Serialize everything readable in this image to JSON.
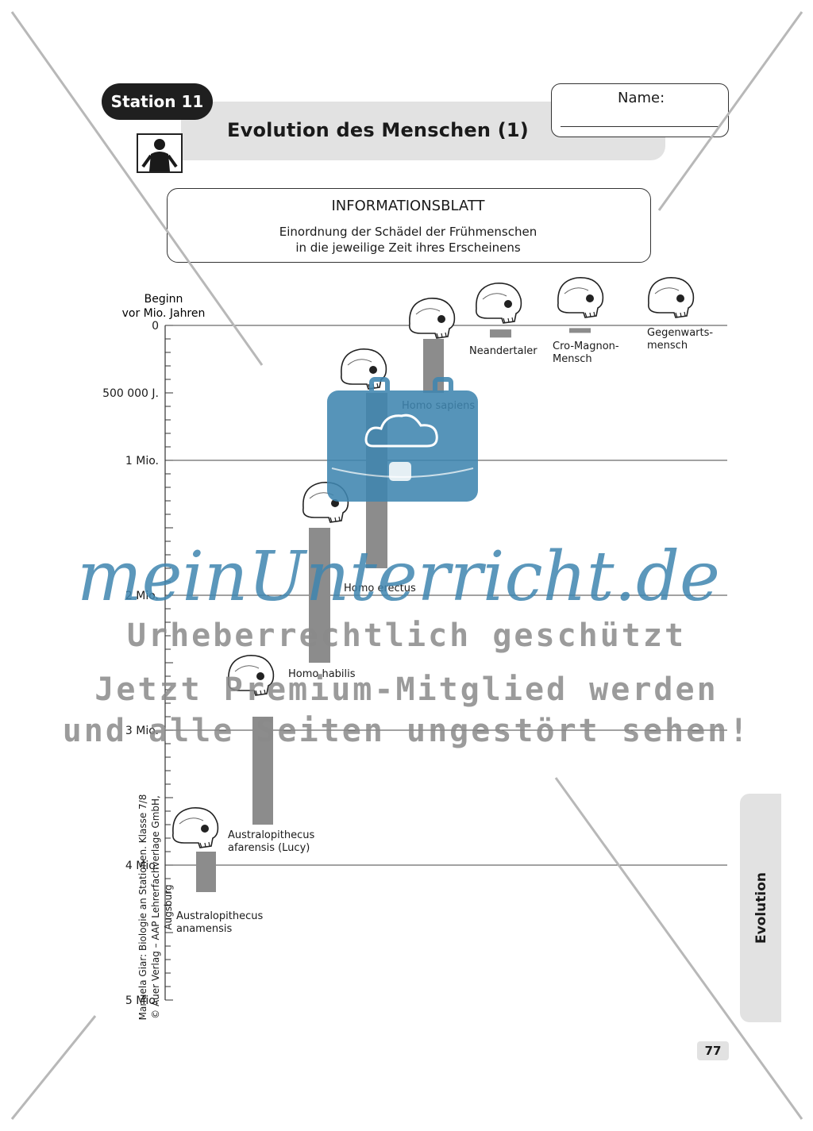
{
  "header": {
    "station": "Station 11",
    "title": "Evolution des Menschen (1)",
    "name_label": "Name:"
  },
  "info": {
    "title": "INFORMATIONSBLATT",
    "line1": "Einordnung der Schädel der Frühmenschen",
    "line2": "in die jeweilige Zeit ihres Erscheinens"
  },
  "axis": {
    "label_line1": "Beginn",
    "label_line2": "vor Mio. Jahren"
  },
  "chart_data": {
    "type": "bar",
    "title": "",
    "ylabel": "Beginn vor Mio. Jahren",
    "ylim": [
      0,
      5
    ],
    "y_inverted": true,
    "yticks": [
      {
        "value": 0,
        "label": "0"
      },
      {
        "value": 0.5,
        "label": "500 000 J."
      },
      {
        "value": 1,
        "label": "1 Mio."
      },
      {
        "value": 2,
        "label": "2 Mio."
      },
      {
        "value": 3,
        "label": "3 Mio."
      },
      {
        "value": 4,
        "label": "4 Mio."
      },
      {
        "value": 5,
        "label": "5 Mio."
      }
    ],
    "gridlines": [
      0,
      1,
      2,
      3,
      4
    ],
    "series": [
      {
        "name": "Australopithecus anamensis",
        "label_lines": [
          "Australopithecus",
          "anamensis"
        ],
        "start": 4.2,
        "end": 3.9
      },
      {
        "name": "Australopithecus afarensis (Lucy)",
        "label_lines": [
          "Australopithecus",
          "afarensis (Lucy)"
        ],
        "start": 3.7,
        "end": 2.9
      },
      {
        "name": "Homo habilis",
        "label_lines": [
          "Homo habilis"
        ],
        "start": 2.5,
        "end": 1.5
      },
      {
        "name": "Homo erectus",
        "label_lines": [
          "Homo erectus"
        ],
        "start": 1.8,
        "end": 0.5
      },
      {
        "name": "Homo sapiens",
        "label_lines": [
          "Homo sapiens"
        ],
        "start": 0.5,
        "end": 0.1
      },
      {
        "name": "Neandertaler",
        "label_lines": [
          "Neandertaler"
        ],
        "start": 0.09,
        "end": 0.03
      },
      {
        "name": "Cro-Magnon-Mensch",
        "label_lines": [
          "Cro-Magnon-",
          "Mensch"
        ],
        "start": 0.05,
        "end": 0.02
      },
      {
        "name": "Gegenwartsmensch",
        "label_lines": [
          "Gegenwarts-",
          "mensch"
        ],
        "start": null,
        "end": null
      }
    ]
  },
  "watermark": {
    "logo": "meinUnterricht.de",
    "line1": "Urheberrechtlich geschützt",
    "line2": "Jetzt Premium-Mitglied werden",
    "line3": "und alle Seiten ungestört sehen!"
  },
  "side_tab": "Evolution",
  "page_number": "77",
  "credit": {
    "line1": "Manuela Giar: Biologie an Stationen. Klasse 7/8",
    "line2": "© Auer Verlag – AAP Lehrerfachverlage GmbH, Augsburg"
  },
  "colors": {
    "bar": "#8c8c8c",
    "band": "#e2e2e2",
    "watermark_blue": "#3f86b0",
    "watermark_gray": "#8a8a8a"
  },
  "icons": [
    "person-icon",
    "skull-icon",
    "briefcase-icon",
    "cloud-icon"
  ]
}
